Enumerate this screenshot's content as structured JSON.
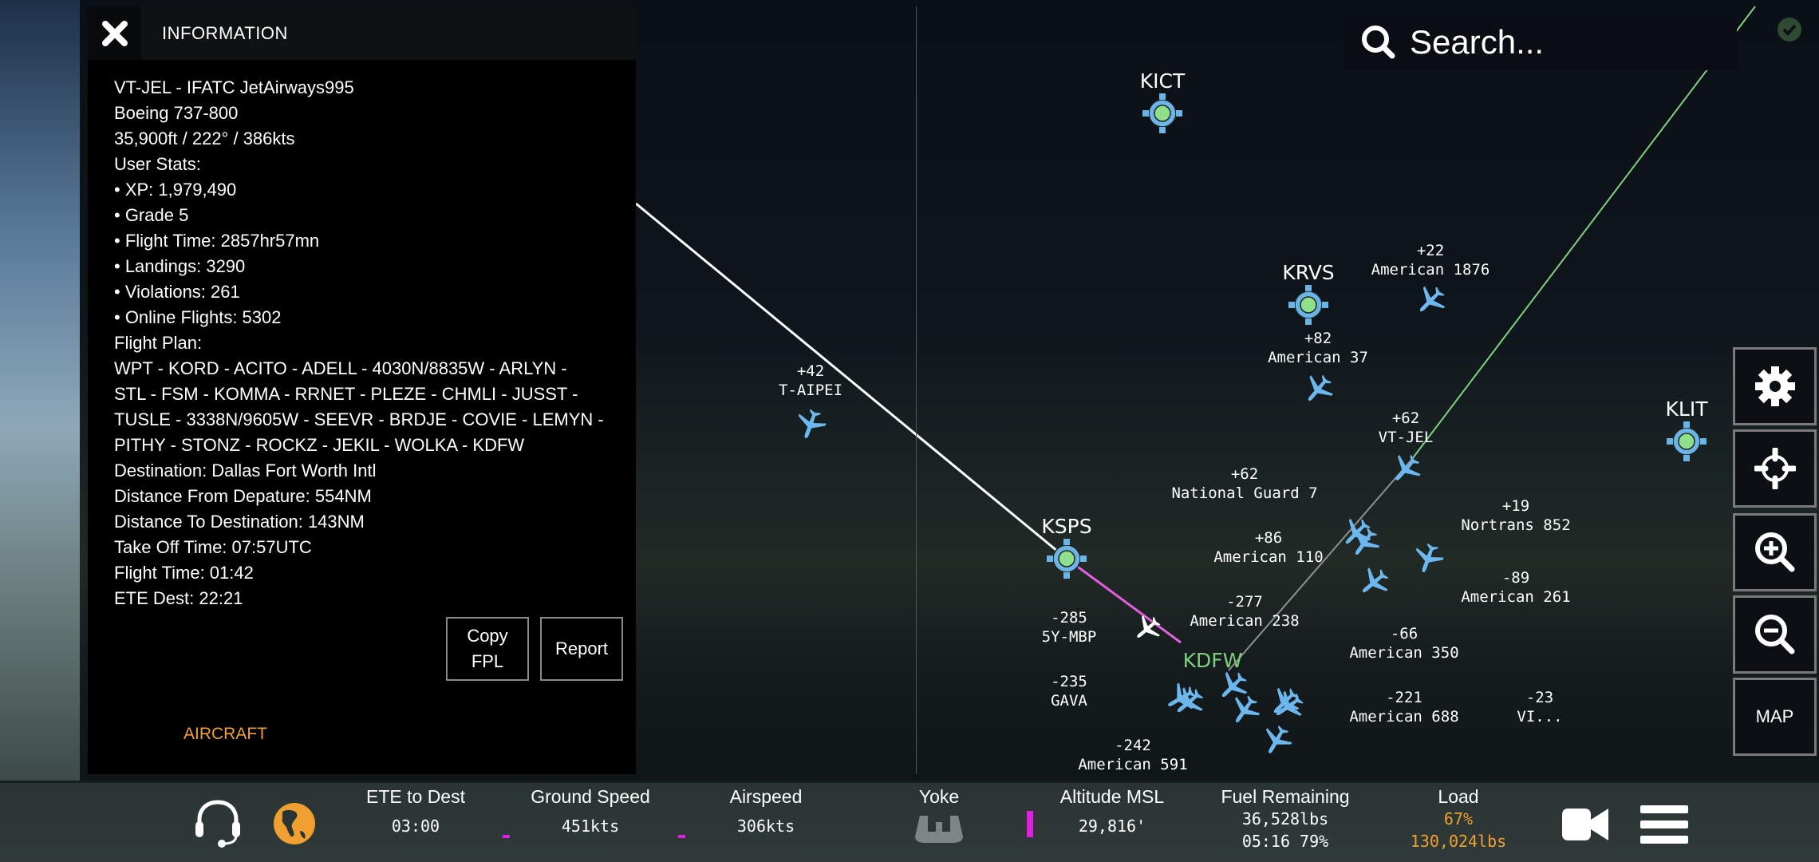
{
  "info_panel": {
    "title": "INFORMATION",
    "lines": [
      "VT-JEL - IFATC JetAirways995",
      "Boeing 737-800",
      "35,900ft / 222° / 386kts",
      "User Stats:",
      "• XP: 1,979,490",
      "•  Grade 5",
      "•  Flight Time: 2857hr57mn",
      "•  Landings: 3290",
      "• Violations: 261",
      "•  Online Flights: 5302",
      "Flight Plan:",
      "WPT - KORD - ACITO - ADELL - 4030N/8835W - ARLYN -",
      "STL - FSM - KOMMA - RRNET - PLEZE - CHMLI - JUSST -",
      "TUSLE - 3338N/9605W - SEEVR - BRDJE - COVIE - LEMYN -",
      "PITHY - STONZ - ROCKZ - JEKIL - WOLKA - KDFW",
      "Destination: Dallas Fort Worth Intl",
      "Distance From Depature: 554NM",
      "Distance To Destination: 143NM",
      "Take Off Time: 07:57UTC",
      "Flight Time: 01:42",
      "ETE Dest: 22:21"
    ],
    "copy_fpl_line1": "Copy",
    "copy_fpl_line2": "FPL",
    "report": "Report",
    "aircraft_tab": "AIRCRAFT"
  },
  "search": {
    "placeholder": "Search..."
  },
  "map_buttons": {
    "map": "MAP"
  },
  "airports": [
    {
      "code": "KICT"
    },
    {
      "code": "KRVS"
    },
    {
      "code": "KLIT"
    },
    {
      "code": "KSPS"
    },
    {
      "code": "KDFW"
    }
  ],
  "aircraft": [
    {
      "alt": "+42",
      "name": "T-AIPEI"
    },
    {
      "alt": "+22",
      "name": "American 1876"
    },
    {
      "alt": "+82",
      "name": "American 37"
    },
    {
      "alt": "+62",
      "name": "VT-JEL"
    },
    {
      "alt": "+62",
      "name": "National Guard 7"
    },
    {
      "alt": "+86",
      "name": "American 110"
    },
    {
      "alt": "+19",
      "name": "Nortrans 852"
    },
    {
      "alt": "-89",
      "name": "American 261"
    },
    {
      "alt": "-285",
      "name": "5Y-MBP"
    },
    {
      "alt": "-277",
      "name": "American 238"
    },
    {
      "alt": "-235",
      "name": "GAVA"
    },
    {
      "alt": "-242",
      "name": "American 591"
    },
    {
      "alt": "-66",
      "name": "American 350"
    },
    {
      "alt": "-221",
      "name": "American 688"
    },
    {
      "alt": "-23",
      "name": "VI..."
    }
  ],
  "bottom_bar": {
    "ete_label": "ETE to Dest",
    "ete_value": "03:00",
    "gs_label": "Ground Speed",
    "gs_value": "451kts",
    "as_label": "Airspeed",
    "as_value": "306kts",
    "yoke_label": "Yoke",
    "alt_label": "Altitude MSL",
    "alt_value": "29,816'",
    "fuel_label": "Fuel Remaining",
    "fuel_value1": "36,528lbs",
    "fuel_value2": "05:16 79%",
    "load_label": "Load",
    "load_value1": "67%",
    "load_value2": "130,024lbs"
  },
  "colors": {
    "accent": "#f0a030",
    "route_active": "#e060e0",
    "route_future": "#80d080",
    "airport_ring": "#6ab4e6",
    "airport_dot": "#8ee08a",
    "aircraft": "#6cb8ee"
  }
}
